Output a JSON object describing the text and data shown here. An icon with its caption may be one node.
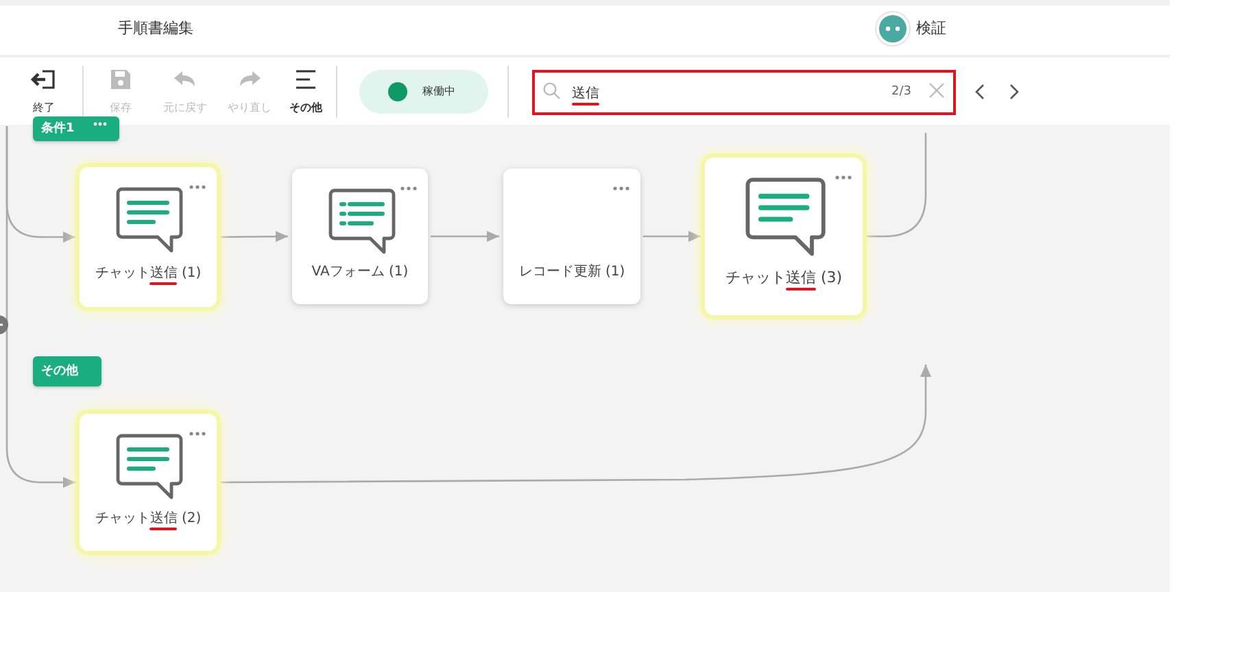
{
  "diagram": {
    "nodes": [
      {
        "text": [
          "条件1"
        ]
      },
      {
        "text": [
          "チャット送信 (1)"
        ]
      },
      {
        "text": [
          "VAフォーム (1)"
        ]
      },
      {
        "text": [
          "レコード更新 (1)"
        ]
      },
      {
        "text": [
          "チャット送信 (3)"
        ]
      },
      {
        "text": [
          "その他"
        ]
      },
      {
        "text": [
          "チャット送信 (2)"
        ]
      }
    ],
    "edges": [
      {
        "from": null,
        "to": 1,
        "arrow": "to"
      },
      {
        "from": 1,
        "to": 2,
        "arrow": "to"
      },
      {
        "from": 2,
        "to": 3,
        "arrow": "to"
      },
      {
        "from": 3,
        "to": 4,
        "arrow": "to"
      },
      {
        "from": 4,
        "to": null,
        "arrow": "none"
      },
      {
        "from": null,
        "to": 6,
        "arrow": "to"
      },
      {
        "from": 6,
        "to": null,
        "arrow": "to"
      }
    ],
    "labels": [
      "手順書編集",
      "検証",
      "終了",
      "保存",
      "元に戻す",
      "やり直し",
      "その他",
      "稼働中",
      "送信",
      "2/3"
    ]
  }
}
